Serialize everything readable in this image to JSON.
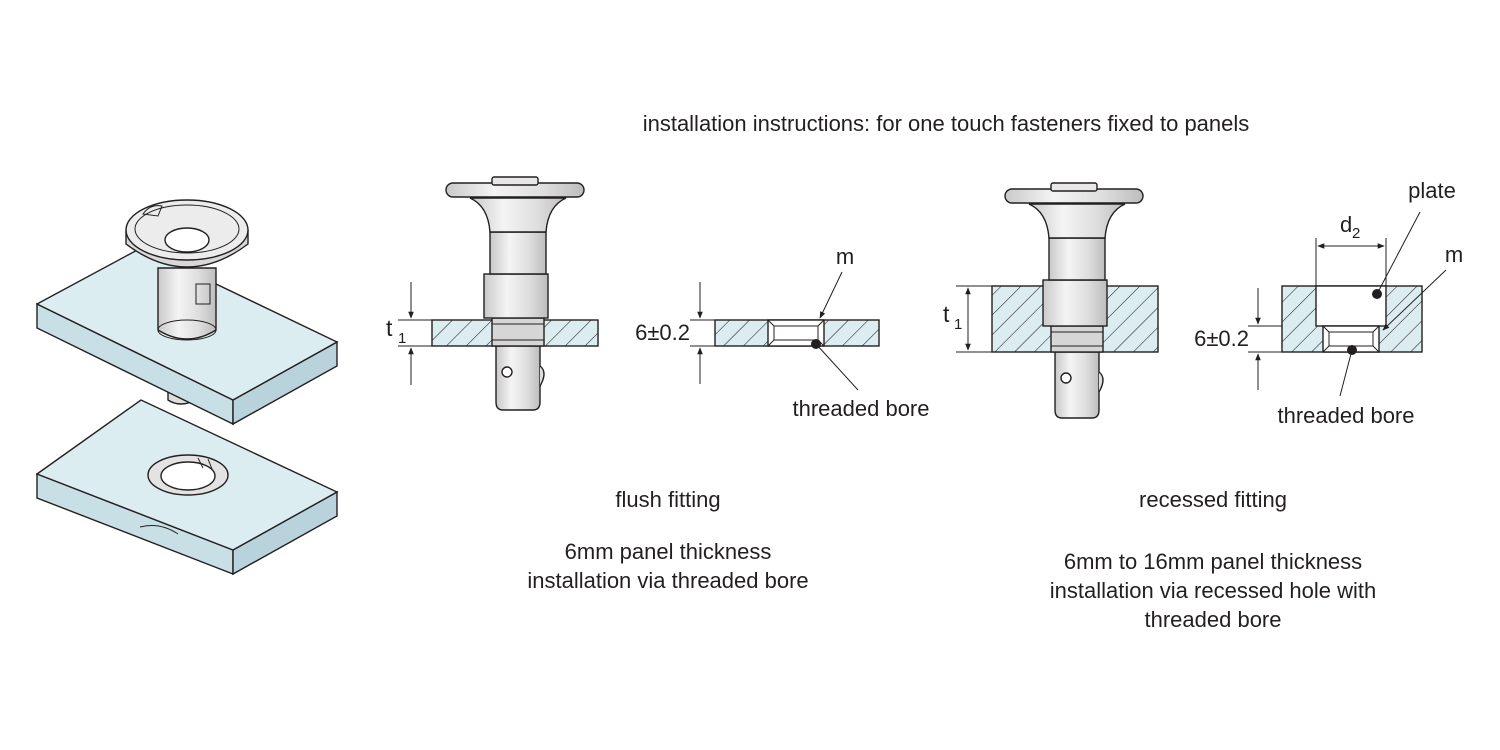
{
  "title": "installation instructions: for one touch fasteners fixed to panels",
  "flush": {
    "dim_t": "t",
    "dim_t_sub": "1",
    "dim_depth": "6±0.2",
    "label_m": "m",
    "label_bore": "threaded bore",
    "caption": "flush fitting",
    "desc_line1": "6mm panel thickness",
    "desc_line2": "installation via threaded bore"
  },
  "recessed": {
    "dim_t": "t",
    "dim_t_sub": "1",
    "dim_d": "d",
    "dim_d_sub": "2",
    "dim_depth": "6±0.2",
    "label_plate": "plate",
    "label_m": "m",
    "label_bore": "threaded bore",
    "caption": "recessed fitting",
    "desc_line1": "6mm to 16mm panel thickness",
    "desc_line2": "installation via recessed hole with",
    "desc_line3": "threaded bore"
  },
  "colors": {
    "panel_fill": "#dcedf2",
    "metal_fill": "#e3e3e3",
    "line": "#231f20"
  }
}
